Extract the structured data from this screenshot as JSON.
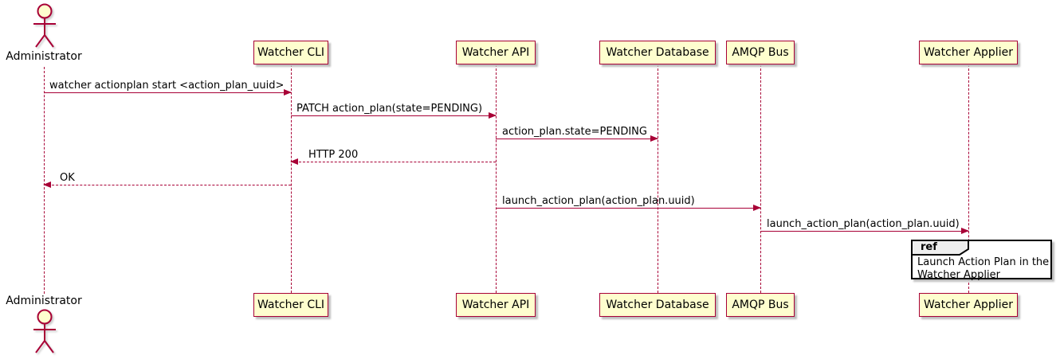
{
  "diagram": {
    "type": "sequence-diagram",
    "colors": {
      "participant_fill": "#FEFECE",
      "participant_border": "#A80036",
      "lifeline_color": "#A80036",
      "arrow_color": "#A80036",
      "text_color": "#000000",
      "ref_border": "#000000",
      "ref_fill": "#FFFFFF",
      "ref_label_fill": "#EEEEEE",
      "shadow_color": "#BDBDBD"
    },
    "actor": {
      "name": "Administrator"
    },
    "participants": [
      {
        "name": "Watcher CLI"
      },
      {
        "name": "Watcher API"
      },
      {
        "name": "Watcher Database"
      },
      {
        "name": "AMQP Bus"
      },
      {
        "name": "Watcher Applier"
      }
    ],
    "messages": [
      {
        "from": "Administrator",
        "to": "Watcher CLI",
        "label": "watcher actionplan start <action_plan_uuid>",
        "line": "solid",
        "direction": "right"
      },
      {
        "from": "Watcher CLI",
        "to": "Watcher API",
        "label": "PATCH action_plan(state=PENDING)",
        "line": "solid",
        "direction": "right"
      },
      {
        "from": "Watcher API",
        "to": "Watcher Database",
        "label": "action_plan.state=PENDING",
        "line": "solid",
        "direction": "right"
      },
      {
        "from": "Watcher API",
        "to": "Watcher CLI",
        "label": "HTTP 200",
        "line": "dashed",
        "direction": "left"
      },
      {
        "from": "Watcher CLI",
        "to": "Administrator",
        "label": "OK",
        "line": "dashed",
        "direction": "left"
      },
      {
        "from": "Watcher API",
        "to": "AMQP Bus",
        "label": "launch_action_plan(action_plan.uuid)",
        "line": "solid",
        "direction": "right"
      },
      {
        "from": "AMQP Bus",
        "to": "Watcher Applier",
        "label": "launch_action_plan(action_plan.uuid)",
        "line": "solid",
        "direction": "right"
      }
    ],
    "ref": {
      "keyword": "ref",
      "line1": "Launch Action Plan in the",
      "line2": "Watcher Applier"
    }
  }
}
